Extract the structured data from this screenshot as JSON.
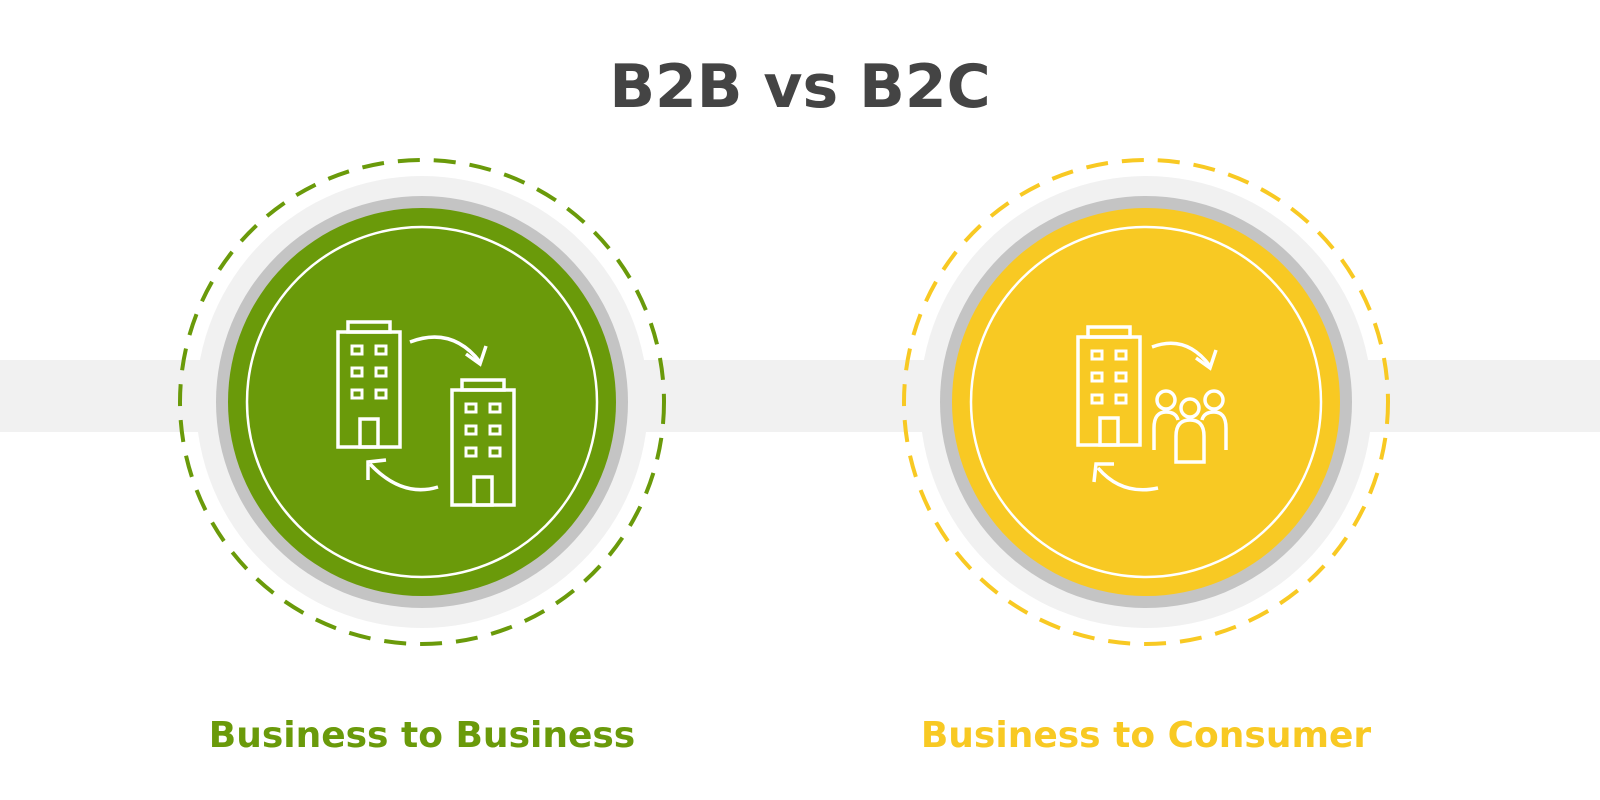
{
  "title": "B2B vs B2C",
  "colors": {
    "b2b": "#6a9a0a",
    "b2c": "#f8c923",
    "title": "#444444",
    "band": "#f1f1f1"
  },
  "items": [
    {
      "label": "Business to Business",
      "icon": "building-exchange-icon"
    },
    {
      "label": "Business to Consumer",
      "icon": "building-to-people-icon"
    }
  ]
}
